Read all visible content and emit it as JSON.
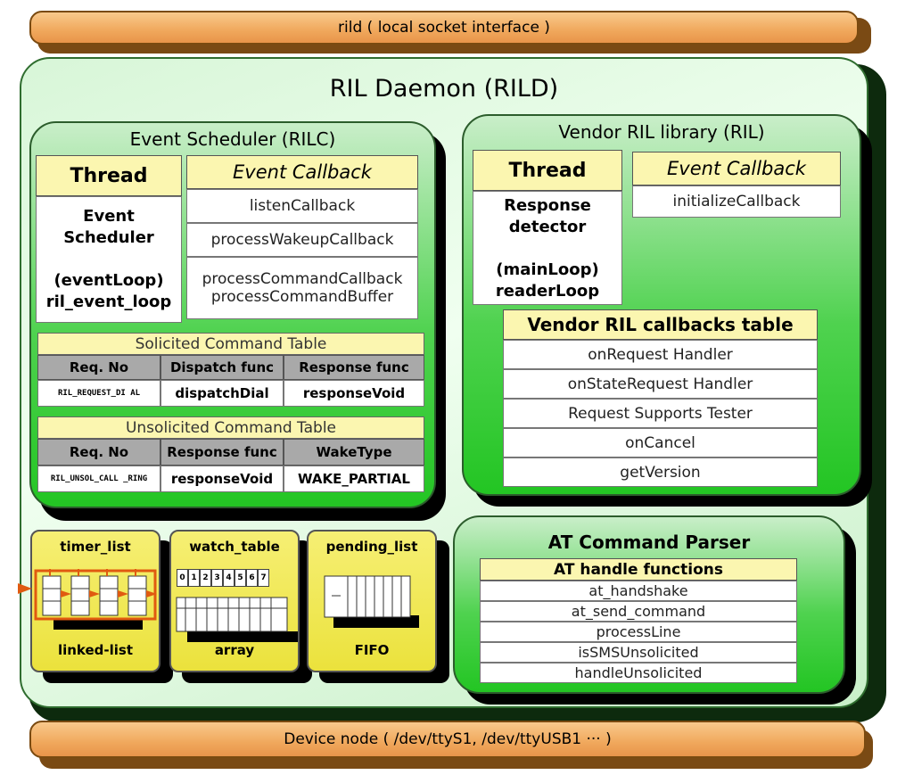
{
  "top_bar": {
    "label": "rild ( local socket interface )"
  },
  "bottom_bar": {
    "label": "Device node ( /dev/ttyS1, /dev/ttyUSB1 ··· )"
  },
  "daemon": {
    "title": "RIL Daemon (RILD)"
  },
  "rilc": {
    "title": "Event Scheduler (RILC)",
    "thread_header": "Thread",
    "thread_lines": [
      "Event",
      "Scheduler",
      "",
      "(eventLoop)",
      "ril_event_loop"
    ],
    "callback_header": "Event Callback",
    "callbacks": [
      "listenCallback",
      "processWakeupCallback",
      "processCommandCallback",
      "processCommandBuffer"
    ],
    "solicited": {
      "title": "Solicited Command Table",
      "headers": [
        "Req. No",
        "Dispatch func",
        "Response func"
      ],
      "row": [
        "RIL_REQUEST_DI AL",
        "dispatchDial",
        "responseVoid"
      ]
    },
    "unsolicited": {
      "title": "Unsolicited Command Table",
      "headers": [
        "Req. No",
        "Response func",
        "WakeType"
      ],
      "row": [
        "RIL_UNSOL_CALL _RING",
        "responseVoid",
        "WAKE_PARTIAL"
      ]
    }
  },
  "vendor": {
    "title": "Vendor RIL library (RIL)",
    "thread_header": "Thread",
    "thread_lines": [
      "Response",
      "detector",
      "",
      "(mainLoop)",
      "readerLoop"
    ],
    "callback_header": "Event Callback",
    "callback": "initializeCallback",
    "table_title": "Vendor RIL callbacks table",
    "table_rows": [
      "onRequest Handler",
      "onStateRequest Handler",
      "Request Supports Tester",
      "onCancel",
      "getVersion"
    ]
  },
  "structures": [
    {
      "title": "timer_list",
      "foot": "linked-list"
    },
    {
      "title": "watch_table",
      "foot": "array",
      "indices": [
        "0",
        "1",
        "2",
        "3",
        "4",
        "5",
        "6",
        "7"
      ]
    },
    {
      "title": "pending_list",
      "foot": "FIFO"
    }
  ],
  "at_parser": {
    "title": "AT Command Parser",
    "header": "AT handle functions",
    "rows": [
      "at_handshake",
      "at_send_command",
      "processLine",
      "isSMSUnsolicited",
      "handleUnsolicited"
    ]
  },
  "colors": {
    "orange_bar": "#f0a85c",
    "green_box": "#23c523",
    "yellow_header": "#fbf6b0",
    "table_header_gray": "#a9a9a9"
  }
}
